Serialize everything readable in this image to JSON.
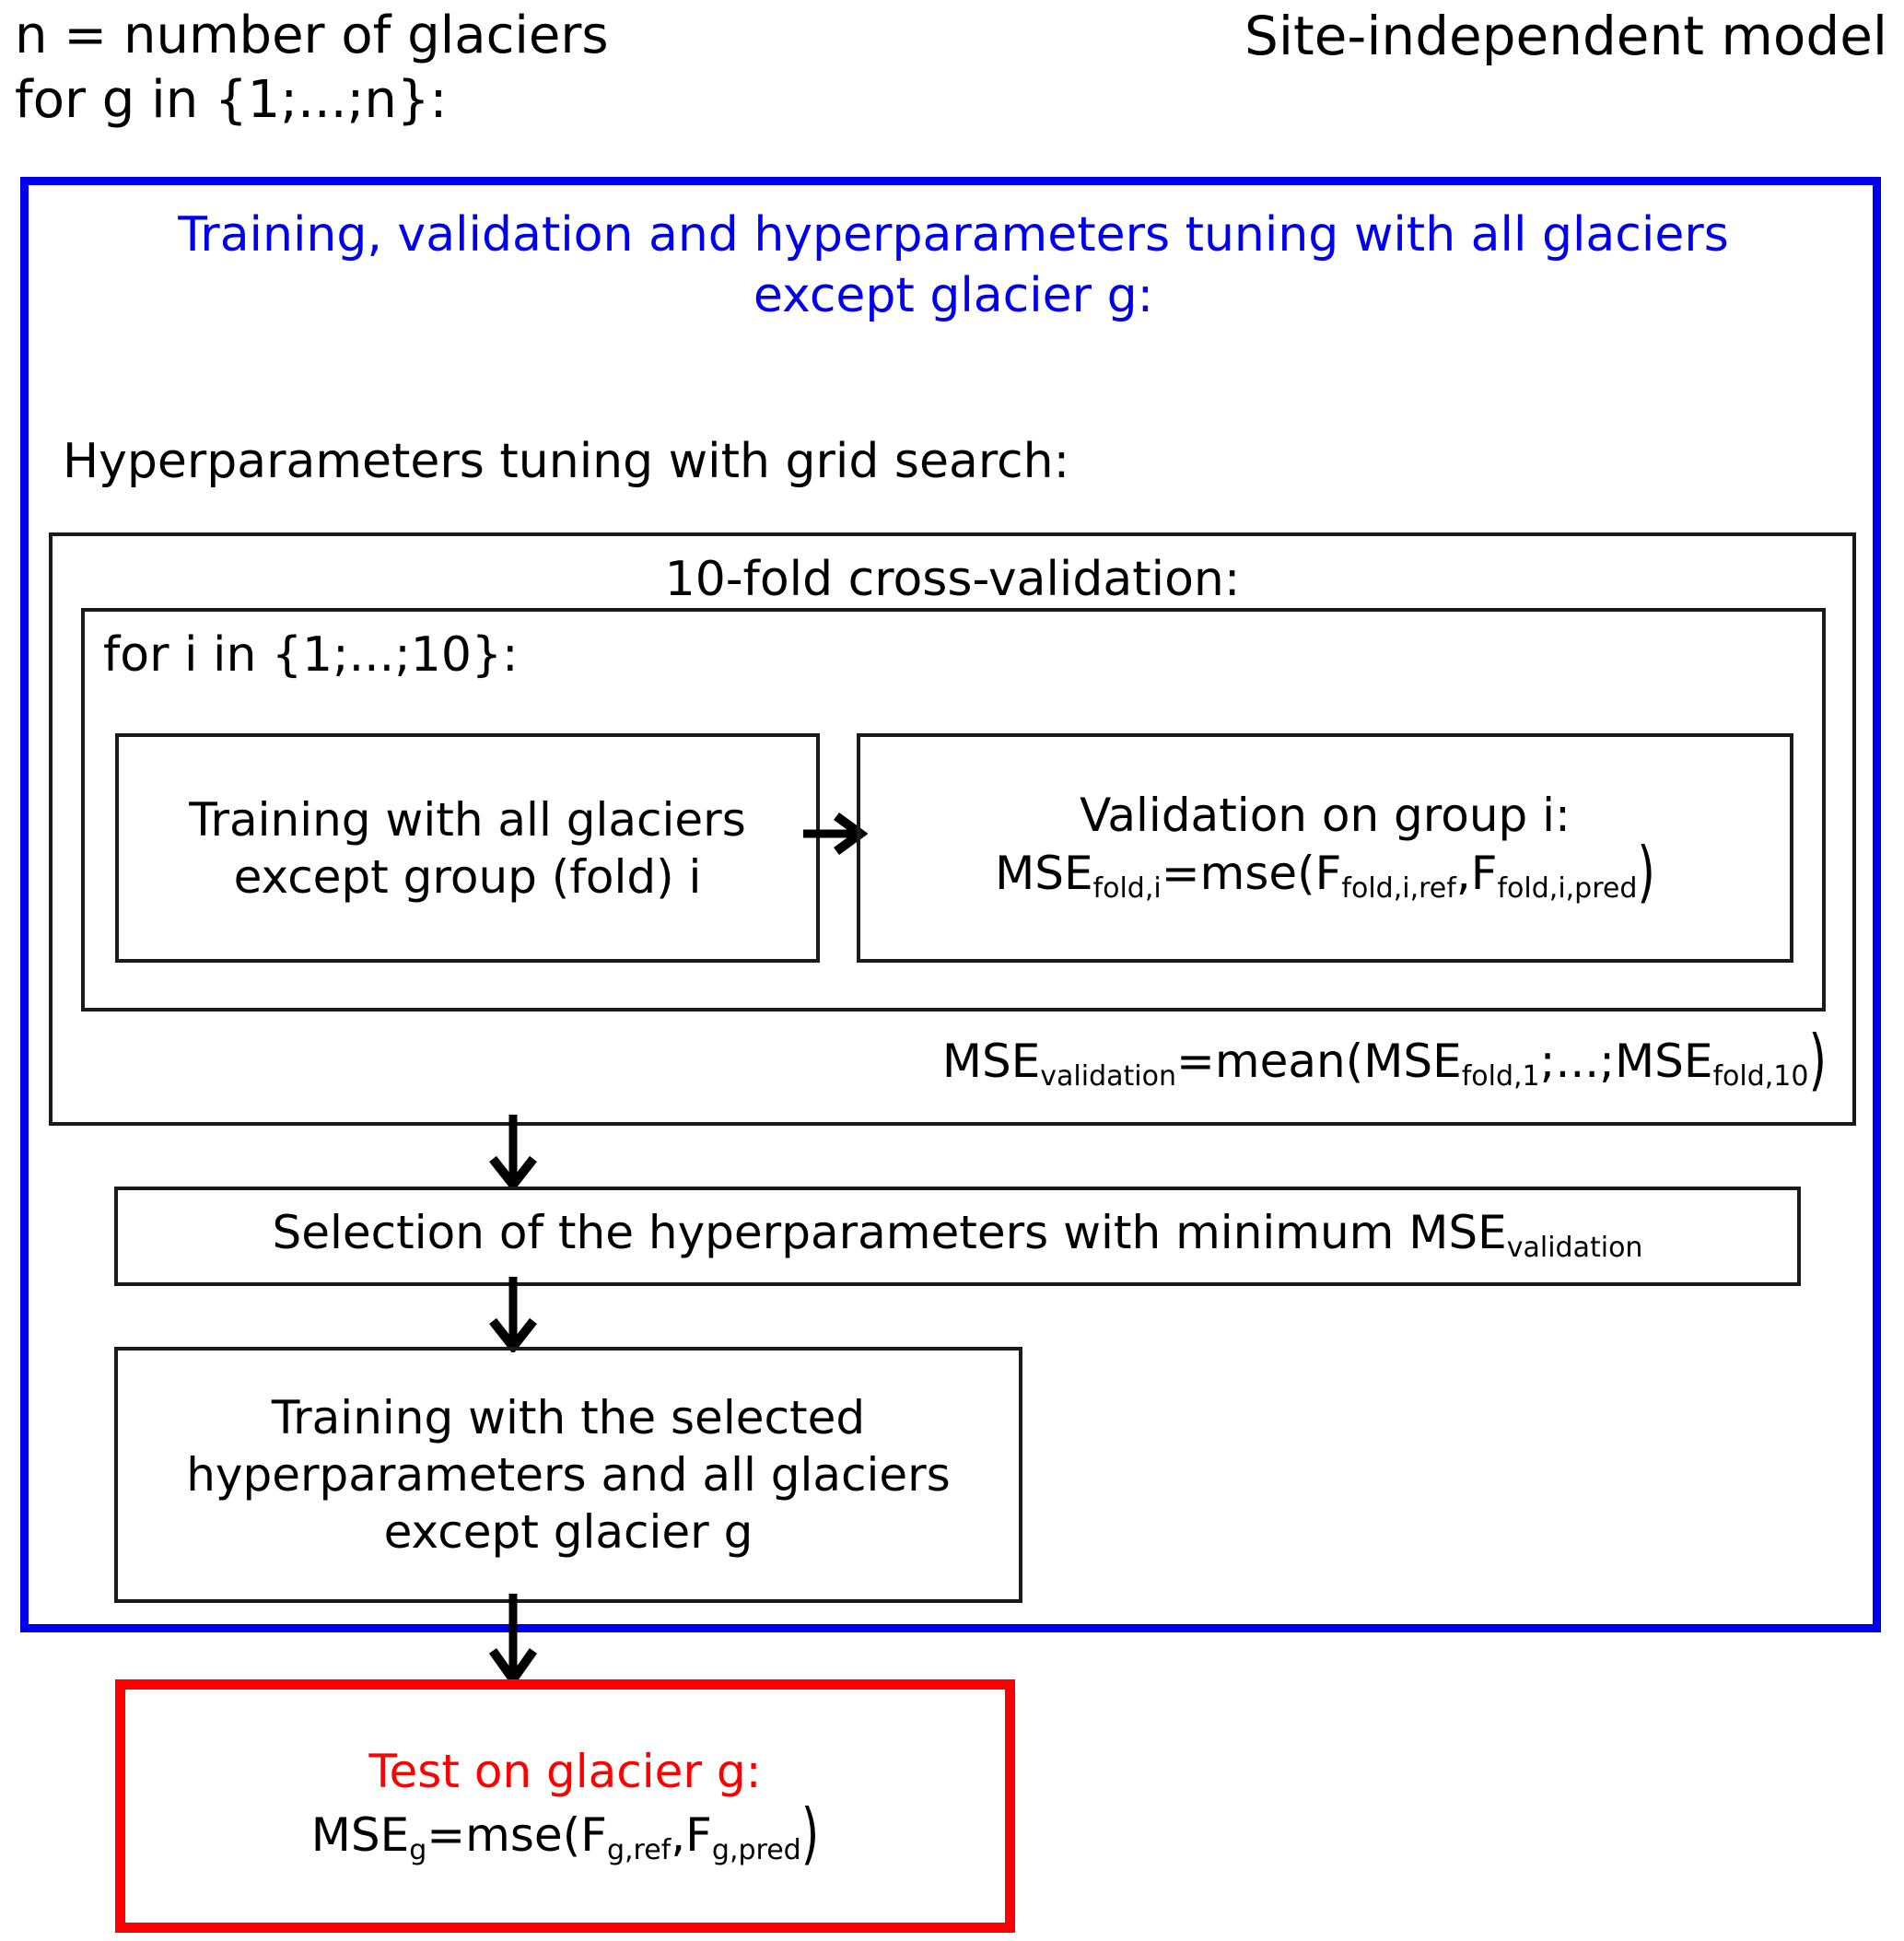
{
  "header": {
    "line1": "n = number of glaciers",
    "line2": "for g in {1;...;n}:",
    "title": "Site-independent model"
  },
  "colors": {
    "outer_box_border": "#0000ee",
    "outer_caption_text": "#0000ee",
    "test_box_border": "#ff0000",
    "test_title_text": "#ff0000",
    "inner_box_border": "#1a1a1a",
    "body_text": "#000000",
    "background": "#ffffff"
  },
  "outer": {
    "caption_line1": "Training, validation and hyperparameters tuning with all glaciers",
    "caption_line2": "except glacier g:",
    "grid_search_label": "Hyperparameters tuning with grid search:"
  },
  "cross_validation": {
    "title": "10-fold cross-validation:",
    "loop_label": "for i in {1;...;10}:",
    "train_fold": {
      "line1": "Training with all glaciers",
      "line2": "except group (fold) i"
    },
    "validation_fold": {
      "title": "Validation on group i:",
      "formula": {
        "lhs": "MSE",
        "lhs_sub": "fold,i",
        "eq": "=mse(",
        "arg1": "F",
        "arg1_sub": "fold,i,ref",
        "sep": ",",
        "arg2": "F",
        "arg2_sub": "fold,i,pred",
        "close": ")"
      }
    },
    "mean_formula": {
      "lhs": "MSE",
      "lhs_sub": "validation",
      "eq": "=mean(",
      "arg1": "MSE",
      "arg1_sub": "fold,1",
      "sep": ";...;",
      "arg2": "MSE",
      "arg2_sub": "fold,10",
      "close": ")"
    }
  },
  "selection": {
    "text": "Selection of the hyperparameters with minimum MSE",
    "text_sub": "validation"
  },
  "training_selected": {
    "line1": "Training with the selected",
    "line2": "hyperparameters and all glaciers",
    "line3": "except glacier g"
  },
  "test": {
    "title": "Test on glacier g:",
    "formula": {
      "lhs": "MSE",
      "lhs_sub": "g",
      "eq": "=mse(",
      "arg1": "F",
      "arg1_sub": "g,ref",
      "sep": ",",
      "arg2": "F",
      "arg2_sub": "g,pred",
      "close": ")"
    }
  },
  "icons": {
    "arrow_down": "down-arrow-icon",
    "arrow_right": "right-arrow-icon"
  }
}
